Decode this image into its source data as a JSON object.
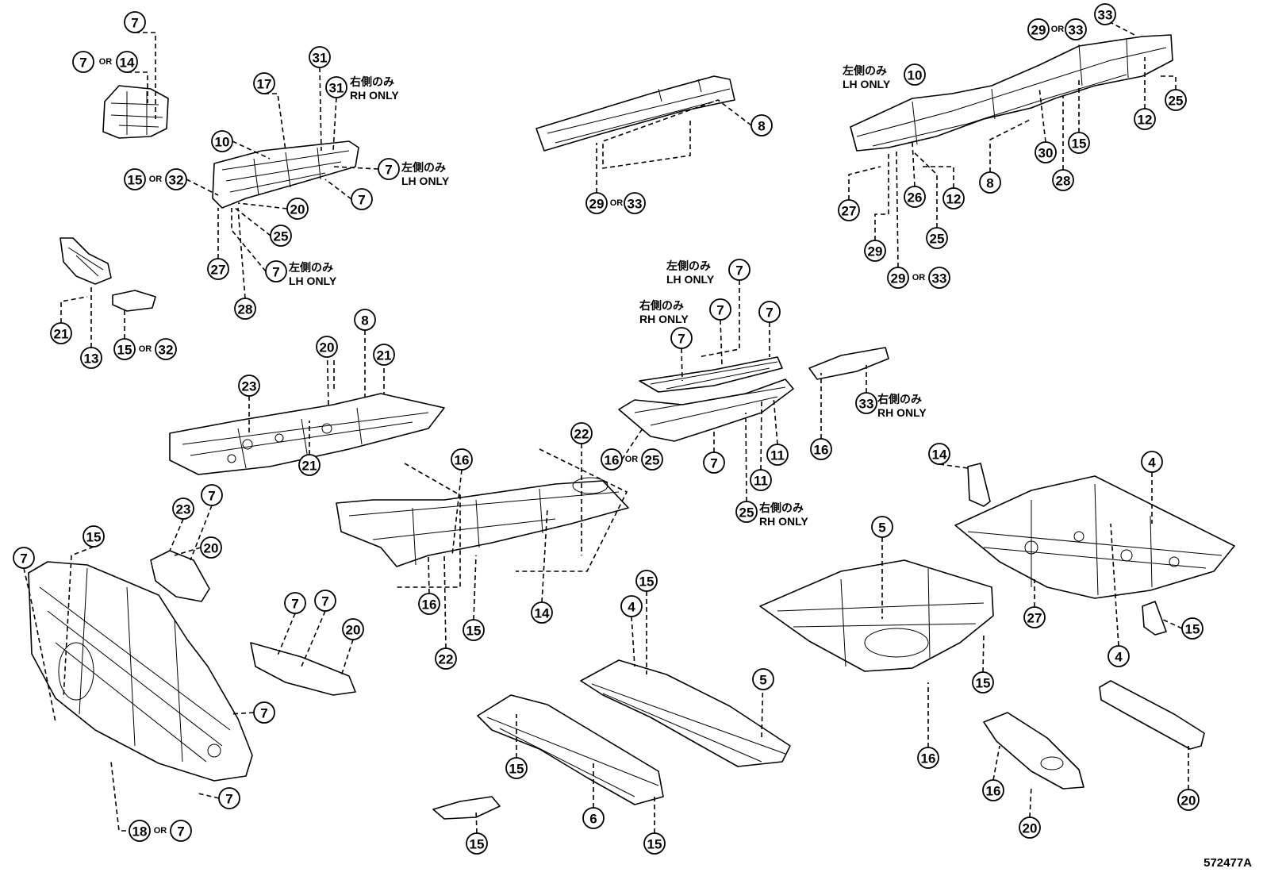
{
  "diagram": {
    "drawing_code": "572477A",
    "notes": {
      "lh_jp": "左側のみ",
      "lh_en": "LH ONLY",
      "rh_jp": "右側のみ",
      "rh_en": "RH ONLY",
      "or": "OR"
    },
    "callouts": [
      "7",
      "7",
      "14",
      "31",
      "31",
      "17",
      "10",
      "7",
      "15",
      "32",
      "20",
      "7",
      "25",
      "27",
      "7",
      "28",
      "8",
      "29",
      "33",
      "33",
      "29",
      "33",
      "10",
      "12",
      "25",
      "30",
      "15",
      "28",
      "8",
      "12",
      "25",
      "27",
      "26",
      "29",
      "29",
      "33",
      "21",
      "13",
      "15",
      "32",
      "20",
      "8",
      "21",
      "23",
      "21",
      "7",
      "7",
      "7",
      "7",
      "7",
      "33",
      "16",
      "16",
      "25",
      "11",
      "11",
      "25",
      "22",
      "16",
      "16",
      "22",
      "15",
      "14",
      "14",
      "4",
      "27",
      "15",
      "4",
      "23",
      "7",
      "20",
      "7",
      "15",
      "7",
      "7",
      "20",
      "7",
      "7",
      "18",
      "7",
      "15",
      "4",
      "5",
      "5",
      "15",
      "16",
      "20",
      "16",
      "20",
      "15",
      "6",
      "15",
      "15",
      "15"
    ]
  }
}
